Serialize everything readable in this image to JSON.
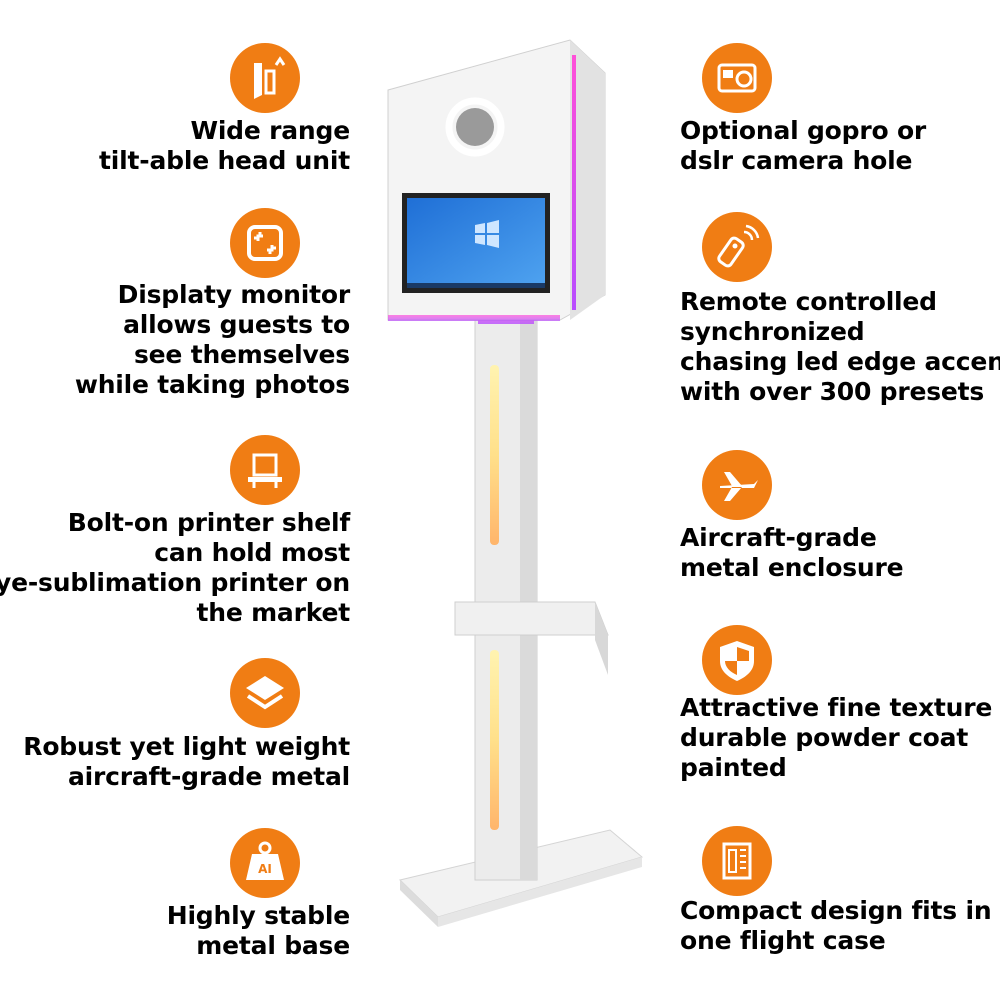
{
  "accent_color": "#f07d14",
  "left_features": [
    {
      "icon": "tilt-head-icon",
      "lines": [
        "Wide range",
        "tilt-able head unit"
      ]
    },
    {
      "icon": "monitor-frame-icon",
      "lines": [
        "Displaty monitor",
        "allows guests to",
        "see themselves",
        "while taking photos"
      ]
    },
    {
      "icon": "printer-shelf-icon",
      "lines": [
        "Bolt-on printer shelf",
        "can hold most",
        "dye-sublimation printer on",
        "the market"
      ]
    },
    {
      "icon": "layers-icon",
      "lines": [
        "Robust yet light weight",
        "aircraft-grade metal"
      ]
    },
    {
      "icon": "ai-weight-icon",
      "icon_text": "AI",
      "lines": [
        "Highly stable",
        "metal base"
      ]
    }
  ],
  "right_features": [
    {
      "icon": "camera-icon",
      "lines": [
        "Optional gopro or",
        "dslr camera hole"
      ]
    },
    {
      "icon": "remote-control-icon",
      "lines": [
        "Remote controlled",
        "synchronized",
        "chasing led edge accent",
        "with over 300 presets"
      ]
    },
    {
      "icon": "airplane-icon",
      "lines": [
        "Aircraft-grade",
        "metal enclosure"
      ]
    },
    {
      "icon": "shield-icon",
      "lines": [
        "Attractive fine texture",
        "durable powder coat",
        "painted"
      ]
    },
    {
      "icon": "document-icon",
      "lines": [
        "Compact design fits in",
        "one flight case"
      ]
    }
  ]
}
